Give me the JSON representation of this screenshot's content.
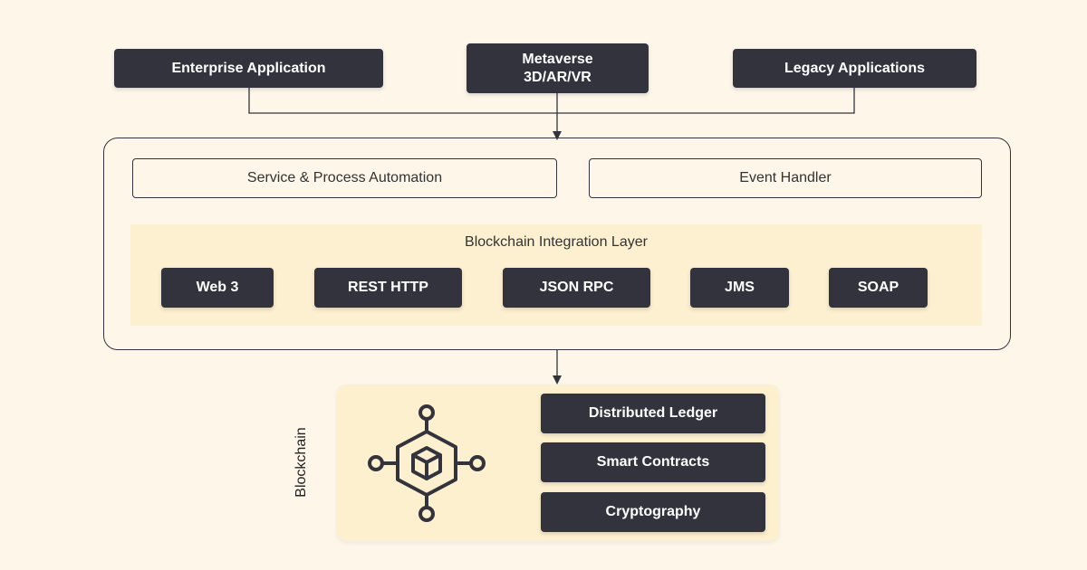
{
  "top_apps": {
    "enterprise": "Enterprise Application",
    "metaverse_line1": "Metaverse",
    "metaverse_line2": "3D/AR/VR",
    "legacy": "Legacy Applications"
  },
  "middleware": {
    "service_automation": "Service & Process Automation",
    "event_handler": "Event Handler",
    "integration_layer": {
      "title": "Blockchain Integration Layer",
      "protocols": [
        "Web 3",
        "REST HTTP",
        "JSON RPC",
        "JMS",
        "SOAP"
      ]
    }
  },
  "blockchain": {
    "label": "Blockchain",
    "icon": "blockchain-cube-network-icon",
    "components": [
      "Distributed Ledger",
      "Smart Contracts",
      "Cryptography"
    ]
  },
  "colors": {
    "background": "#fdf6e9",
    "dark_box": "#33333e",
    "panel": "#fcf0d0"
  }
}
